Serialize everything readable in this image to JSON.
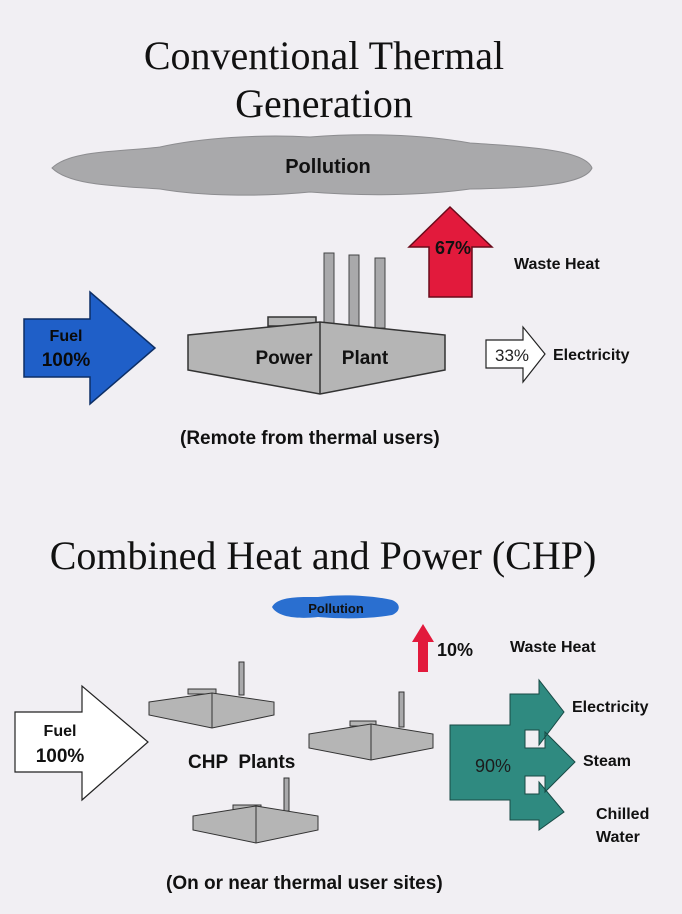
{
  "conventional": {
    "title_line1": "Conventional Thermal",
    "title_line2": "Generation",
    "pollution": "Pollution",
    "waste_pct": "67%",
    "waste_label": "Waste Heat",
    "fuel_label": "Fuel",
    "fuel_pct": "100%",
    "plant_word1": "Power",
    "plant_word2": "Plant",
    "electricity_pct": "33%",
    "electricity_label": "Electricity",
    "caption": "(Remote from thermal users)"
  },
  "chp": {
    "title": "Combined Heat and Power (CHP)",
    "pollution": "Pollution",
    "waste_pct": "10%",
    "waste_label": "Waste Heat",
    "fuel_label": "Fuel",
    "fuel_pct": "100%",
    "plants_label": "CHP  Plants",
    "output_pct": "90%",
    "out_electricity": "Electricity",
    "out_steam": "Steam",
    "out_chilled_1": "Chilled",
    "out_chilled_2": "Water",
    "caption": "(On or near thermal user sites)"
  },
  "colors": {
    "background": "#f1eff3",
    "cloud_gray": "#a9a9ab",
    "cloud_blue": "#2a6fd0",
    "fuel_blue": "#1f5fc8",
    "waste_red": "#e21a3c",
    "plant_gray": "#b5b5b5",
    "output_teal": "#2f8a80"
  }
}
